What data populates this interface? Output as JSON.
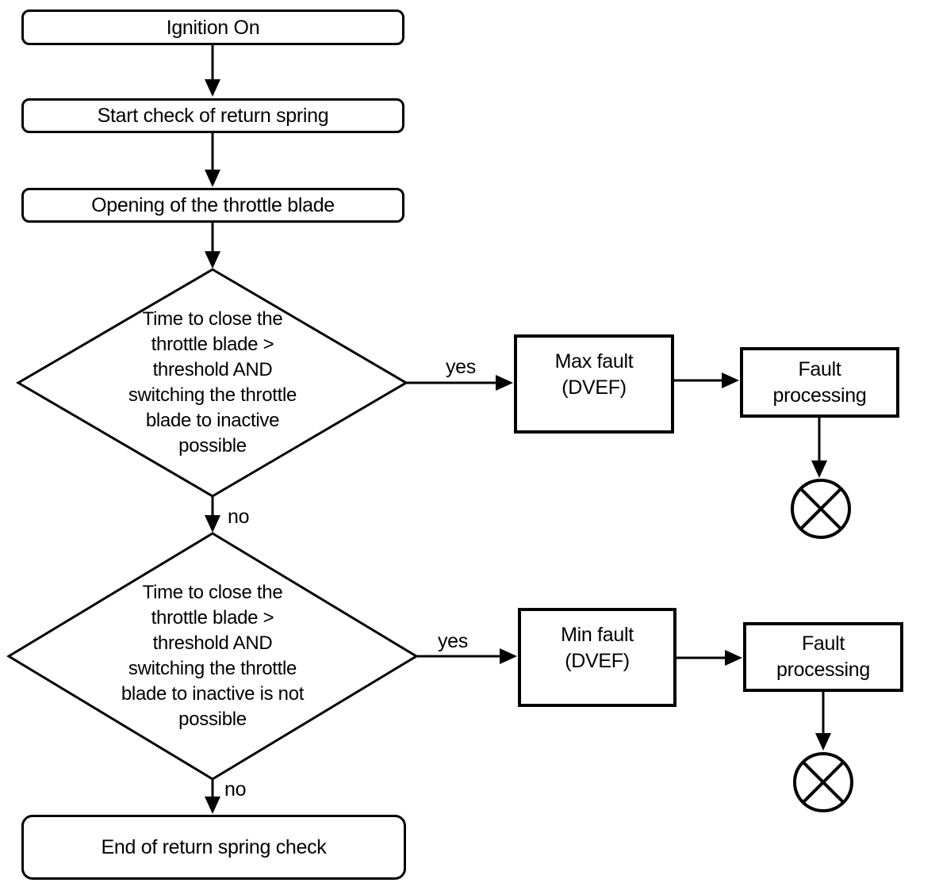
{
  "flowchart": {
    "nodes": {
      "ignition": {
        "label": "Ignition On"
      },
      "start_check": {
        "label": "Start check of return spring"
      },
      "opening": {
        "label": "Opening of the throttle blade"
      },
      "decision1": {
        "lines": [
          "Time to close the",
          "throttle blade >",
          "threshold AND",
          "switching the throttle",
          "blade to inactive",
          "possible"
        ]
      },
      "max_fault": {
        "lines": [
          "Max fault",
          "(DVEF)"
        ]
      },
      "fault_processing1": {
        "lines": [
          "Fault",
          "processing"
        ]
      },
      "decision2": {
        "lines": [
          "Time to close the",
          "throttle blade >",
          "threshold AND",
          "switching the throttle",
          "blade to inactive is not",
          "possible"
        ]
      },
      "min_fault": {
        "lines": [
          "Min fault",
          "(DVEF)"
        ]
      },
      "fault_processing2": {
        "lines": [
          "Fault",
          "processing"
        ]
      },
      "end": {
        "label": "End of return spring check"
      }
    },
    "edge_labels": {
      "decision1_yes": "yes",
      "decision1_no": "no",
      "decision2_yes": "yes",
      "decision2_no": "no"
    },
    "colors": {
      "line": "#000000",
      "fill": "#ffffff"
    }
  }
}
